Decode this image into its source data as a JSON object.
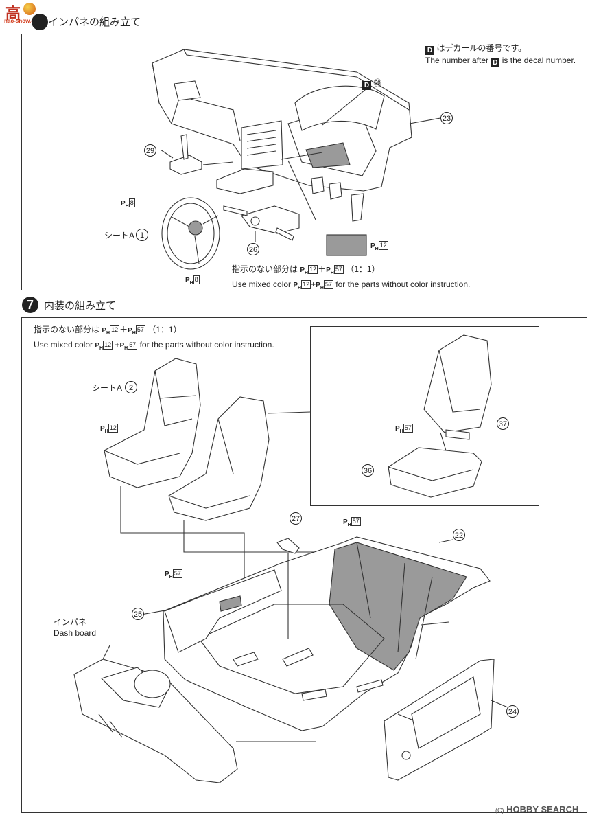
{
  "header": {
    "logo_text": "高",
    "logo_small": "nao-show.com",
    "section6_title": "インパネの組み立て"
  },
  "section6": {
    "decal_note_jp": "はデカールの番号です。",
    "decal_note_en_pre": "The number after",
    "decal_note_en_post": "is the decal number.",
    "decal_box": "D",
    "decal_label": "⑳",
    "parts": {
      "p23": "23",
      "p29": "29",
      "p26": "26",
      "seat_a": "シートA",
      "seat_a_num": "1",
      "ph8_a": "8",
      "ph8_b": "8",
      "ph12": "12"
    },
    "color_note_jp_pre": "指示のない部分は",
    "color_note_jp_post": "（1：1）",
    "color_note_en_pre": "Use mixed color",
    "color_note_en_post": "for the parts without color instruction.",
    "ph_a": "12",
    "ph_b": "57"
  },
  "section7": {
    "step_number": "7",
    "title": "内装の組み立て",
    "color_note_jp_pre": "指示のない部分は",
    "color_note_jp_post": "（1：1）",
    "color_note_en_pre": "Use mixed color",
    "color_note_en_post": "for the parts without color instruction.",
    "ph_a": "12",
    "ph_b": "57",
    "parts": {
      "seat_a": "シートA",
      "seat_a_num": "2",
      "ph12": "12",
      "ph57_inset": "57",
      "p37": "37",
      "p36": "36",
      "p27": "27",
      "ph57_rear": "57",
      "p22": "22",
      "ph57_door": "57",
      "p25": "25",
      "dash_jp": "インパネ",
      "dash_en": "Dash board",
      "p24": "24"
    }
  },
  "footer": {
    "watermark": "HOBBY SEARCH",
    "copyright": "(C)"
  },
  "ph_prefix": "P",
  "ph_sub": "H"
}
